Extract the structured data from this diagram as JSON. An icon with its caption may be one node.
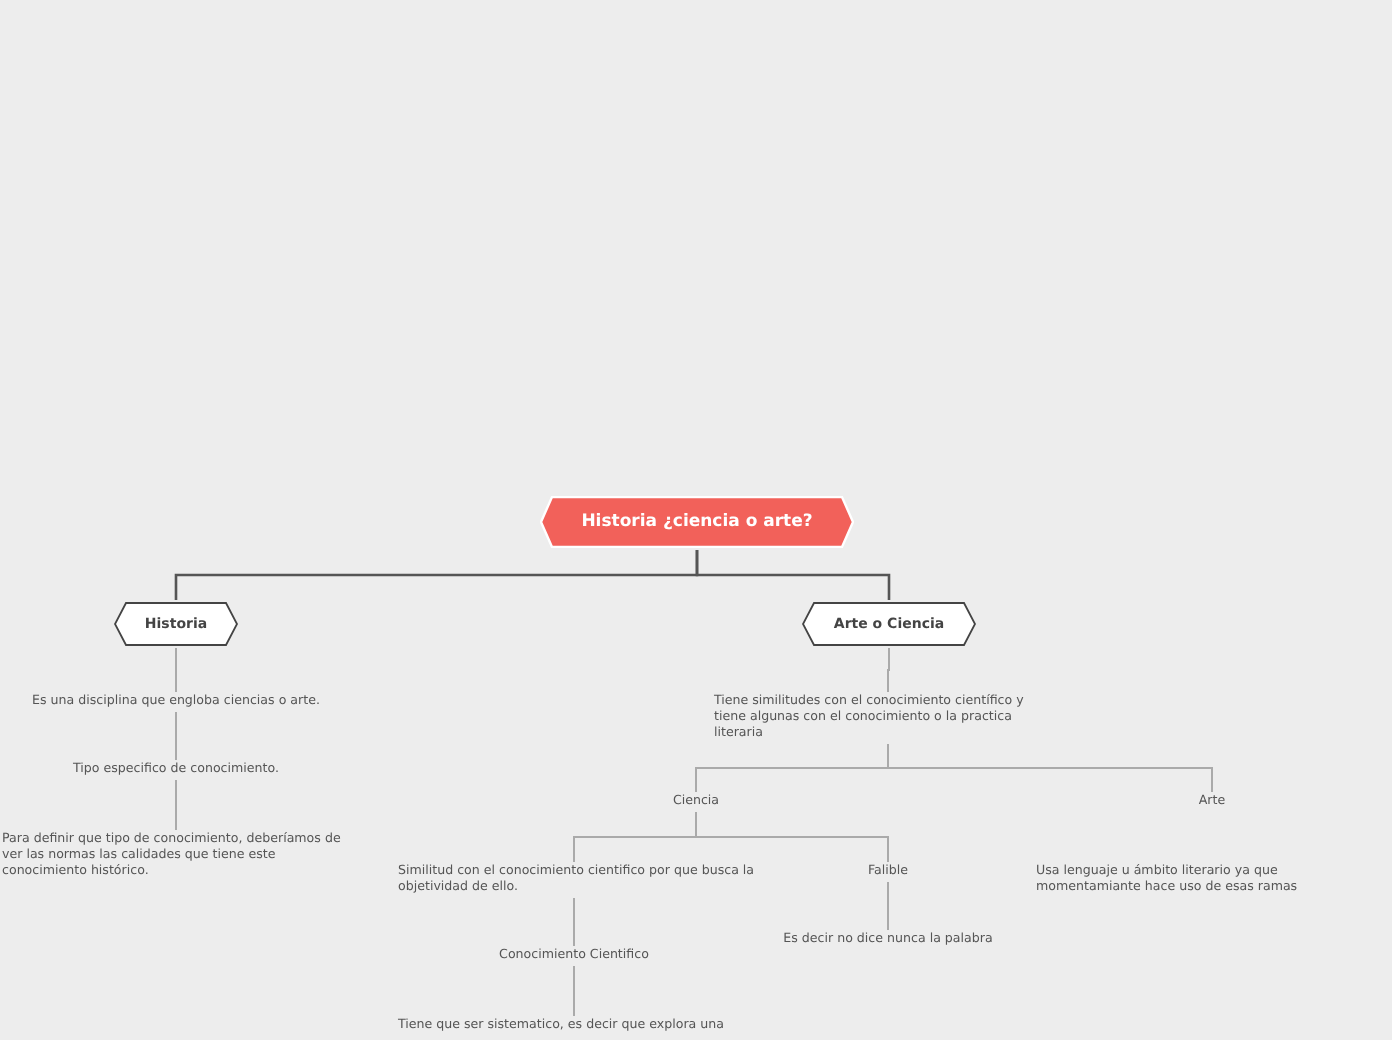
{
  "diagram": {
    "nodes": [
      {
        "text": [
          "Historia ¿ciencia o arte?"
        ]
      },
      {
        "text": [
          "Historia"
        ]
      },
      {
        "text": [
          "Arte o Ciencia"
        ]
      },
      {
        "text": [
          "Es una disciplina que engloba ciencias o arte."
        ]
      },
      {
        "text": [
          "Tipo especifico de conocimiento."
        ]
      },
      {
        "text": [
          "Para definir que tipo de conocimiento, deberíamos de ver las normas las calidades que tiene este conocimiento histórico."
        ]
      },
      {
        "text": [
          "Tiene similitudes con el conocimiento científico y tiene algunas con el conocimiento o la practica literaria"
        ]
      },
      {
        "text": [
          "Ciencia"
        ]
      },
      {
        "text": [
          "Arte"
        ]
      },
      {
        "text": [
          "Similitud con el conocimiento cientifico por que busca la objetividad de ello."
        ]
      },
      {
        "text": [
          "Falible"
        ]
      },
      {
        "text": [
          "Usa lenguaje u ámbito literario ya que momentamiante hace uso de esas ramas"
        ]
      },
      {
        "text": [
          "Conocimiento Cientifico"
        ]
      },
      {
        "text": [
          "Es decir no dice nunca la palabra"
        ]
      },
      {
        "text": [
          "Tiene que ser sistematico, es decir  que explora una"
        ]
      }
    ],
    "edges": [
      {
        "from": 0,
        "to": 1,
        "arrow": "none",
        "color": "#555555"
      },
      {
        "from": 0,
        "to": 2,
        "arrow": "none",
        "color": "#555555"
      },
      {
        "from": 1,
        "to": 3,
        "arrow": "none"
      },
      {
        "from": 3,
        "to": 4,
        "arrow": "none"
      },
      {
        "from": 4,
        "to": 5,
        "arrow": "none"
      },
      {
        "from": 2,
        "to": 6,
        "arrow": "none"
      },
      {
        "from": 6,
        "to": 7,
        "arrow": "none"
      },
      {
        "from": 6,
        "to": 8,
        "arrow": "none"
      },
      {
        "from": 7,
        "to": 9,
        "arrow": "none"
      },
      {
        "from": 7,
        "to": 10,
        "arrow": "none"
      },
      {
        "from": 10,
        "to": 13,
        "arrow": "none"
      },
      {
        "from": 9,
        "to": 12,
        "arrow": "none"
      },
      {
        "from": 12,
        "to": 14,
        "arrow": "none"
      }
    ]
  }
}
